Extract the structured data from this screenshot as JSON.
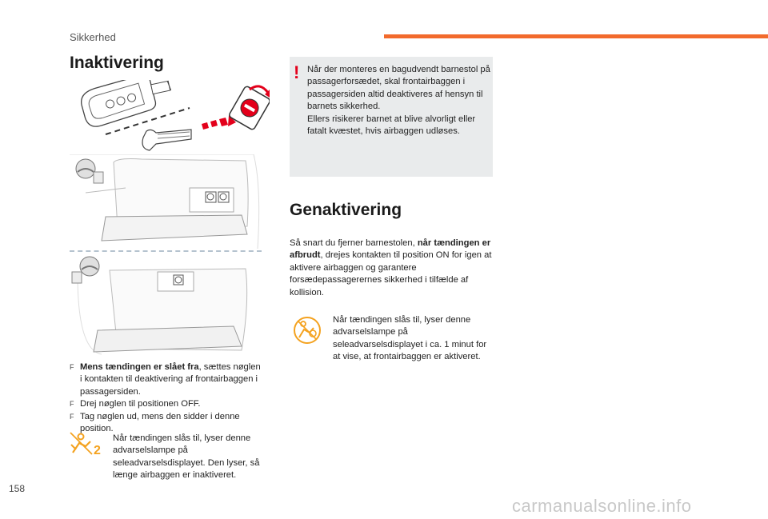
{
  "header": {
    "section": "Sikkerhed",
    "accent_color": "#f26a2c"
  },
  "left": {
    "title": "Inaktivering",
    "bullets": [
      {
        "bold": "Mens tændingen er slået fra",
        "rest": ", sættes nøglen i kontakten til deaktivering af frontairbaggen i passagersiden."
      },
      {
        "bold": "",
        "rest": "Drej nøglen til positionen OFF."
      },
      {
        "bold": "",
        "rest": "Tag nøglen ud, mens den sidder i denne position."
      }
    ],
    "bullet_marker": "F",
    "note": "Når tændingen slås til, lyser denne advarselslampe på seleadvarselsdisplayet. Den lyser, så længe airbaggen er inaktiveret.",
    "note_icon": "airbag-off-warning-icon",
    "note_icon_text": "2"
  },
  "warning": {
    "mark": "!",
    "text1": "Når der monteres en bagudvendt barnestol på passagerforsædet, skal frontairbaggen i passagersiden altid deaktiveres af hensyn til barnets sikkerhed.",
    "text2": "Ellers risikerer barnet at blive alvorligt eller fatalt kvæstet, hvis airbaggen udløses."
  },
  "right": {
    "title": "Genaktivering",
    "para_start": "Så snart du fjerner barnestolen, ",
    "para_bold": "når tændingen er afbrudt",
    "para_end": ", drejes kontakten til position ON for igen at aktivere airbaggen og garantere forsædepassagerernes sikkerhed i tilfælde af kollision.",
    "note": "Når tændingen slås til, lyser denne advarselslampe på seleadvarselsdisplayet i ca. 1 minut for at vise, at frontairbaggen er aktiveret.",
    "note_icon": "airbag-on-warning-icon",
    "icon_color": "#f4a21f"
  },
  "footer": {
    "page_number": "158",
    "watermark": "carmanualsonline.info"
  }
}
